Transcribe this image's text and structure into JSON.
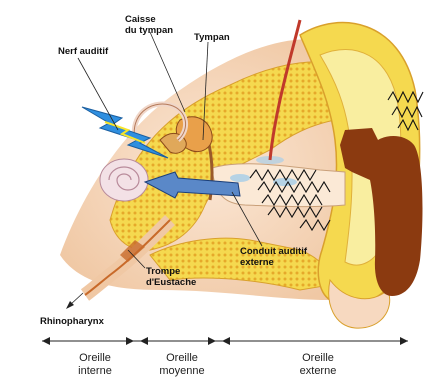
{
  "labels": {
    "caisse": "Caisse\ndu tympan",
    "tympan": "Tympan",
    "nerf": "Nerf auditif",
    "conduit": "Conduit auditif\nexterne",
    "trompe": "Trompe\nd'Eustache",
    "rhino": "Rhinopharynx"
  },
  "sections": {
    "interne": "Oreille\ninterne",
    "moyenne": "Oreille\nmoyenne",
    "externe": "Oreille\nexterne"
  },
  "colors": {
    "bone": "#f5d94f",
    "bone_dot": "#e6a92a",
    "tissue": "#f7d9c0",
    "cochlea": "#f3e1e6",
    "muscle": "#c86a2a",
    "wave_hand": "#8b3a10",
    "lightning": "#2f8fe0",
    "lightning_core": "#f7e52b"
  }
}
